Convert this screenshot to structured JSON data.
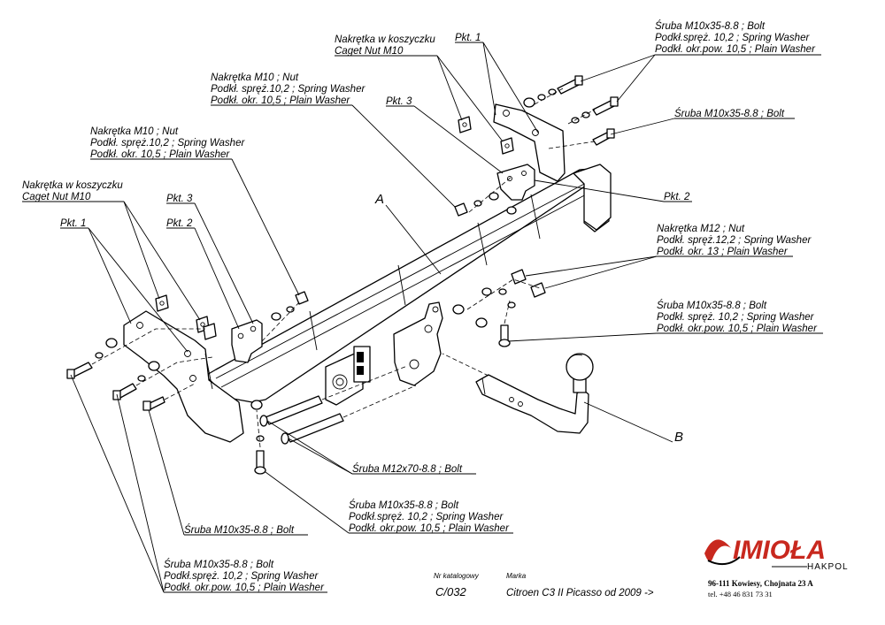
{
  "labels": {
    "cage_nut_right": [
      "Nakrętka w koszyczku",
      "Caget Nut  M10"
    ],
    "pkt1_right": "Pkt. 1",
    "bolt_top_right": [
      "Śruba M10x35-8.8   ;  Bolt",
      "Podkł.spręż. 10,2 ; Spring Washer",
      "Podkł. okr.pow. 10,5 ; Plain Washer"
    ],
    "nut_center": [
      "Nakrętka  M10 ; Nut",
      "Podkł. spręż.10,2 ; Spring Washer",
      "Podkł. okr. 10,5 ; Plain Washer"
    ],
    "pkt3_center": "Pkt. 3",
    "bolt_right_single": "Śruba M10x35-8.8   ;  Bolt",
    "nut_left": [
      "Nakrętka  M10 ; Nut",
      "Podkł. spręż.10,2 ; Spring Washer",
      "Podkł. okr. 10,5 ; Plain Washer"
    ],
    "cage_nut_left": [
      "Nakrętka w koszyczku",
      "Caget Nut  M10"
    ],
    "pkt3_left": "Pkt. 3",
    "pkt1_left": "Pkt. 1",
    "pkt2_left": "Pkt. 2",
    "pkt2_right": "Pkt. 2",
    "part_a": "A",
    "part_b": "B",
    "nut_m12": [
      "Nakrętka  M12 ; Nut",
      "Podkł. spręż.12,2 ; Spring Washer",
      "Podkł. okr. 13 ; Plain Washer"
    ],
    "bolt_right_lower": [
      "Śruba M10x35-8.8   ;  Bolt",
      "Podkł. spręż. 10,2 ; Spring Washer",
      "Podkł. okr.pow. 10,5 ; Plain Washer"
    ],
    "bolt_m12": "Śruba M12x70-8.8   ;  Bolt",
    "bolt_center_lower": [
      "Śruba M10x35-8.8   ;  Bolt",
      "Podkł.spręż. 10,2 ; Spring Washer",
      "Podkł. okr.pow. 10,5 ; Plain Washer"
    ],
    "bolt_left_single": "Śruba M10x35-8.8   ;  Bolt",
    "bolt_left_lower": [
      "Śruba M10x35-8.8   ;  Bolt",
      "Podkł.spręż. 10,2 ; Spring Washer",
      "Podkł. okr.pow. 10,5 ; Plain Washer"
    ]
  },
  "catalog": {
    "number_label": "Nr katalogowy",
    "number": "C/032",
    "brand_label": "Marka",
    "vehicle": "Citroen C3 II Picasso   od 2009 ->"
  },
  "company": {
    "logo_text": "IMIOŁA",
    "sub_brand": "HAKPOL",
    "address": "96-111 Kowiesy, Chojnata 23 A",
    "phone": "tel. +48 46 831 73 31"
  },
  "colors": {
    "logo_red": "#c8281e",
    "ink": "#000000"
  }
}
